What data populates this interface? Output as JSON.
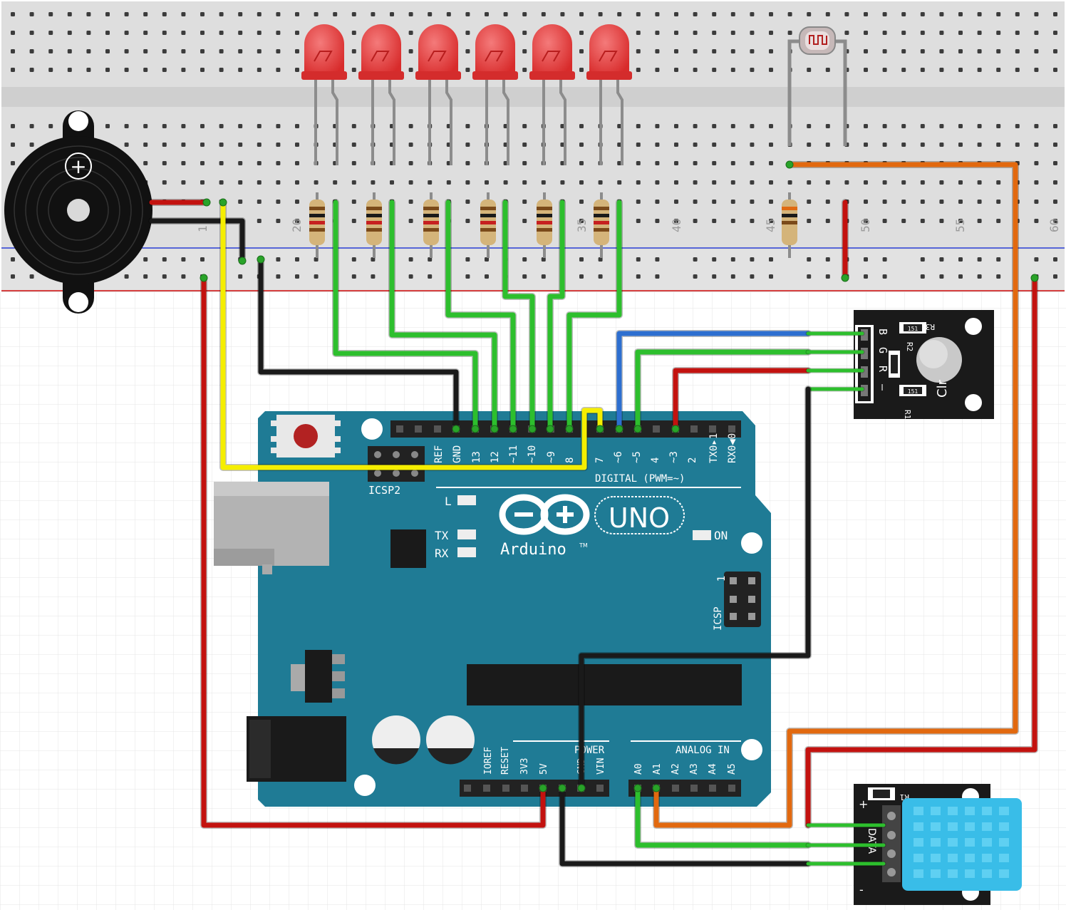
{
  "breadboard": {
    "column_numbers": [
      "1",
      "20",
      "35",
      "40",
      "45",
      "50",
      "55",
      "60"
    ]
  },
  "arduino": {
    "logo_text": "Arduino",
    "logo_tm": "TM",
    "model": "UNO",
    "icsp2_label": "ICSP2",
    "icsp_label": "ICSP",
    "icsp_pin1": "1",
    "led_l": "L",
    "led_tx": "TX",
    "led_rx": "RX",
    "led_on": "ON",
    "digital_label": "DIGITAL (PWM=~)",
    "power_label": "POWER",
    "analog_label": "ANALOG IN",
    "digital_pins": [
      "REF",
      "GND",
      "13",
      "12",
      "~11",
      "~10",
      "~9",
      "8",
      "7",
      "~6",
      "~5",
      "4",
      "~3",
      "2",
      "TX0▸1",
      "RX0◀0"
    ],
    "power_pins": [
      "IOREF",
      "RESET",
      "3V3",
      "5V",
      "GND",
      "GND",
      "VIN"
    ],
    "analog_pins": [
      "A0",
      "A1",
      "A2",
      "A3",
      "A4",
      "A5"
    ]
  },
  "rgb_module": {
    "pin_labels": [
      "B",
      "G",
      "R",
      "—"
    ],
    "resistor_labels": [
      "R3",
      "R2",
      "R1"
    ],
    "resistor_code": "151",
    "module_text": "Clr"
  },
  "dht_module": {
    "plus_label": "+",
    "minus_label": "-",
    "data_label": "DATA",
    "r1_label": "R1"
  },
  "buzzer": {
    "plus_label": "+"
  },
  "colors": {
    "board_teal": "#1f7b95",
    "wire_red": "#c3120f",
    "wire_yellow": "#f5ee00",
    "wire_green": "#2dbf2d",
    "wire_black": "#1a1a1a",
    "wire_blue": "#2d6fd0",
    "wire_orange": "#e2690f",
    "led_red": "#e63a3a",
    "dht_blue": "#39bde8"
  }
}
